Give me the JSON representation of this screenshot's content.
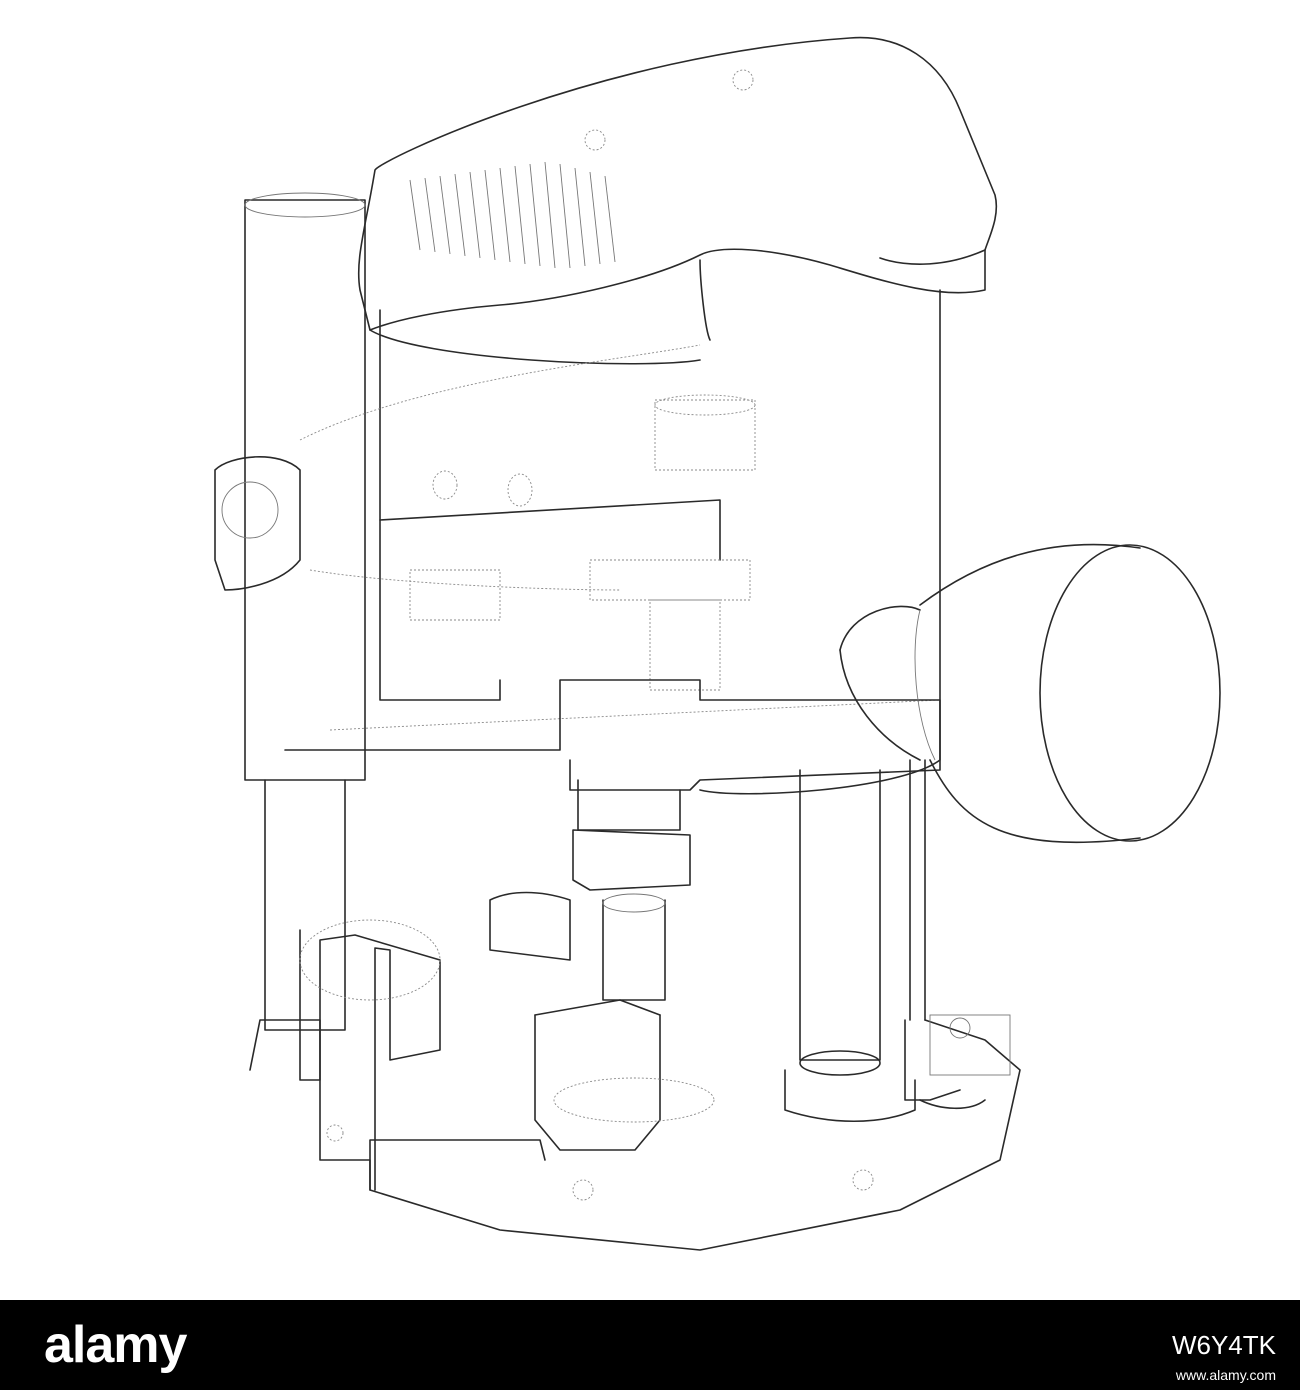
{
  "image": {
    "subject": "wireframe-router-illustration",
    "background_color": "#ffffff",
    "line_color": "#2a2a2a"
  },
  "footer": {
    "background_color": "#000000",
    "logo_text": "alamy",
    "image_id": "W6Y4TK",
    "info_text": "www.alamy.com"
  }
}
